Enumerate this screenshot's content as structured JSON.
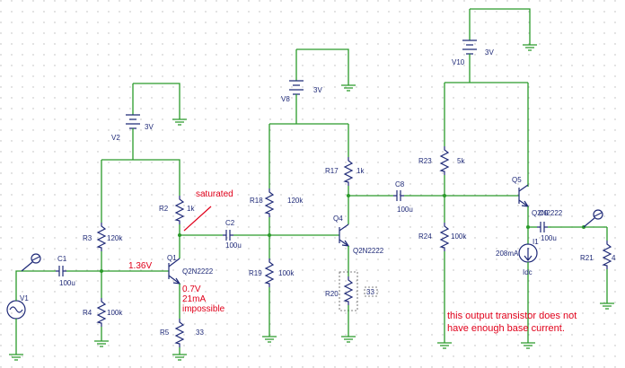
{
  "colors": {
    "wire": "#2a9a2a",
    "part": "#1f2a78",
    "label": "#1f2a78",
    "annotation": "#e0001a",
    "grid_dot": "#b8b8b8"
  },
  "labels": {
    "V1": "V1",
    "C1": "C1",
    "C1v": "100u",
    "R3": "R3",
    "R3v": "120k",
    "R4": "R4",
    "R4v": "100k",
    "V2": "V2",
    "V2v": "3V",
    "R2": "R2",
    "R2v": "1k",
    "Q1": "Q1",
    "Q1t": "Q2N2222",
    "R5": "R5",
    "R5v": "33",
    "C2": "C2",
    "C2v": "100u",
    "V8": "V8",
    "V8v": "3V",
    "R18": "R18",
    "R18v": "120k",
    "R19": "R19",
    "R19v": "100k",
    "R17": "R17",
    "R17v": "1k",
    "Q4": "Q4",
    "Q4t": "Q2N2222",
    "R20": "R20",
    "R20v": "33",
    "C8": "C8",
    "C8v": "100u",
    "V10": "V10",
    "V10v": "3V",
    "R23": "R23",
    "R23v": "5k",
    "R24": "R24",
    "R24v": "100k",
    "Q5": "Q5",
    "Q5t": "Q2N2222",
    "I1": "I1",
    "I1v": "208mA",
    "I1t": "Idc",
    "C9v": "100u",
    "R21": "R21",
    "R21v": "4"
  },
  "annotations": {
    "saturated": "saturated",
    "vb": "1.36V",
    "ve": "0.7V",
    "ie": "21mA",
    "impossible": "impossible",
    "note_line1": "this output transistor does not",
    "note_line2": "have enough base current."
  },
  "icons": [
    "ac-voltage-source-icon",
    "dc-battery-icon",
    "resistor-icon",
    "capacitor-icon",
    "npn-transistor-icon",
    "current-source-icon",
    "ground-icon",
    "voltage-probe-icon"
  ]
}
